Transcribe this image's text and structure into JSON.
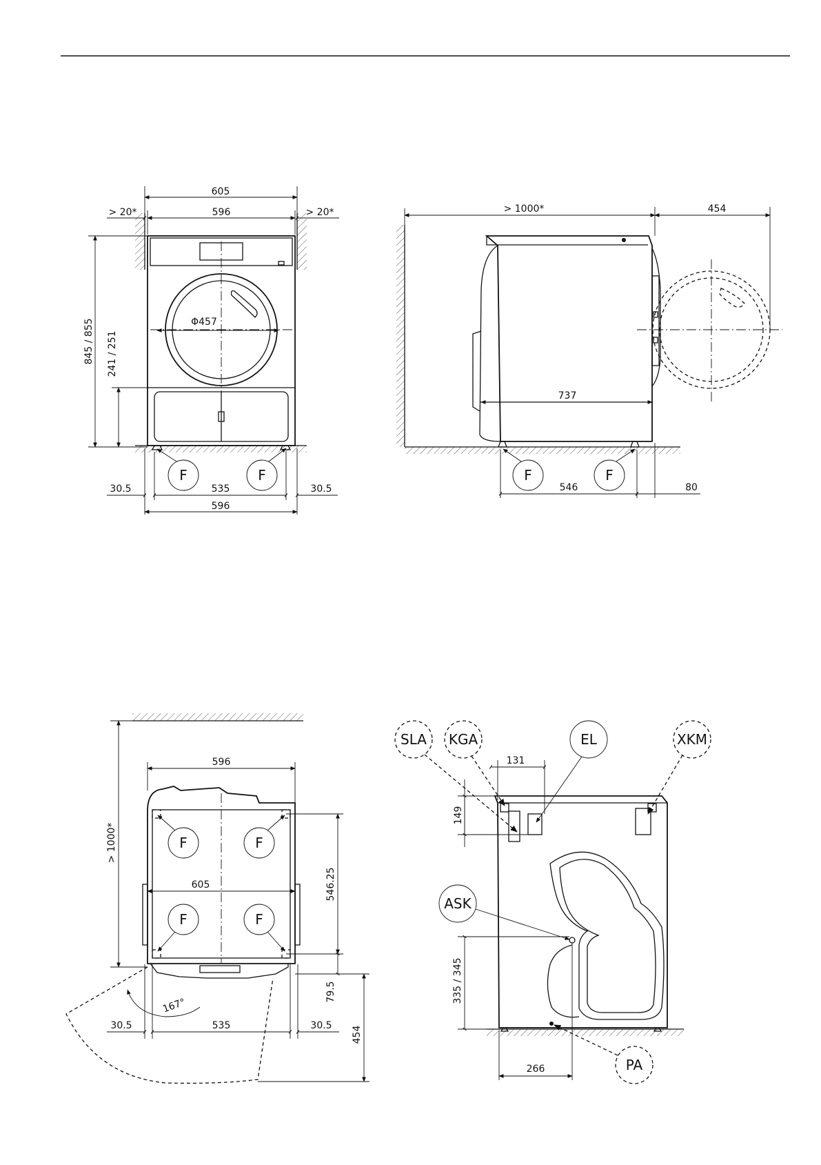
{
  "front_view": {
    "width_overall": "605",
    "width_body": "596",
    "side_clearance_left": "> 20*",
    "side_clearance_right": "> 20*",
    "door_diameter": "Φ457",
    "height": "845 / 855",
    "door_height": "241 / 251",
    "feet_label": "F",
    "foot_offset_left": "30.5",
    "foot_spacing": "535",
    "foot_offset_right": "30.5",
    "base_width": "596"
  },
  "side_view": {
    "wall_clearance": "> 1000*",
    "door_swing": "454",
    "depth": "737",
    "feet_label": "F",
    "foot_spacing": "546",
    "foot_front_offset": "80"
  },
  "top_view": {
    "wall_clearance": "> 1000*",
    "width_body": "596",
    "width_overall": "605",
    "feet_label": "F",
    "foot_depth_spacing": "546.25",
    "front_offset": "79.5",
    "door_opening_angle": "167°",
    "foot_offset_left": "30.5",
    "foot_spacing": "535",
    "foot_offset_right": "30.5",
    "door_swing": "454"
  },
  "rear_view": {
    "connections": {
      "sla": "SLA",
      "kga": "KGA",
      "el": "EL",
      "xkm": "XKM",
      "ask": "ASK",
      "pa": "PA"
    },
    "dim_131": "131",
    "dim_149": "149",
    "dim_height": "335 / 345",
    "dim_266": "266"
  }
}
